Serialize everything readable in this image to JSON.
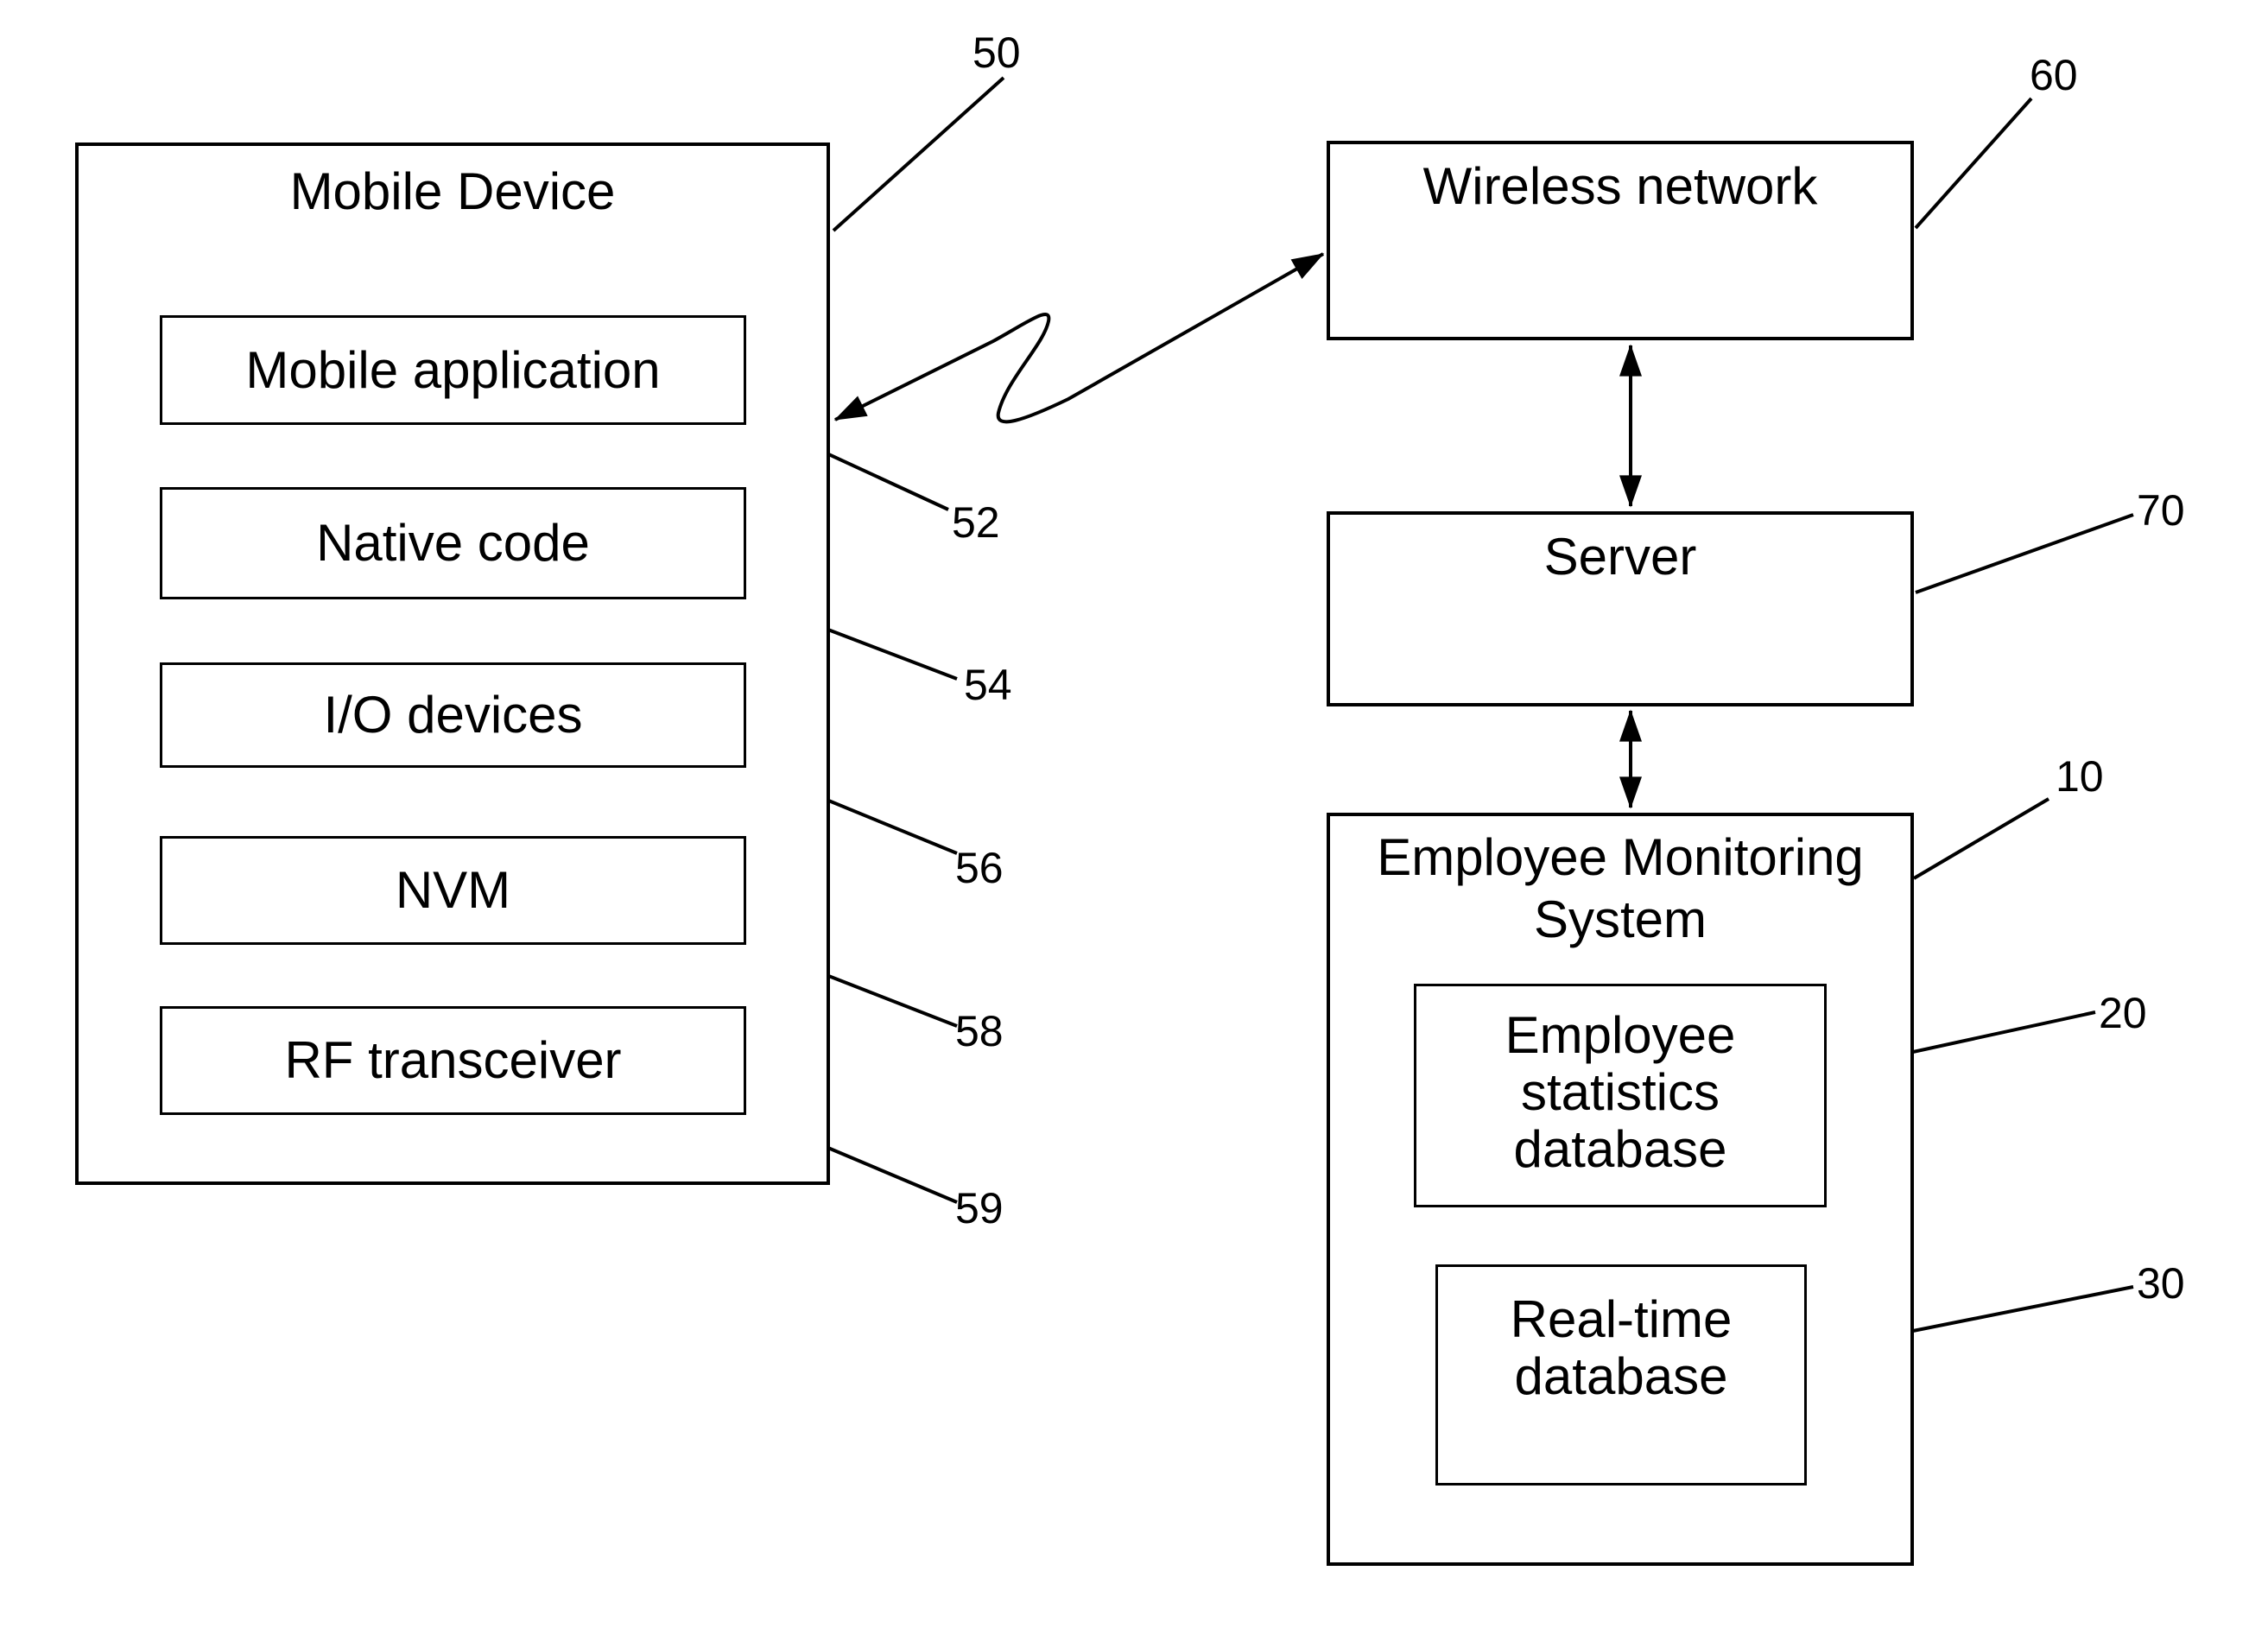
{
  "figure_type": "patent-block-diagram",
  "colors": {
    "ink": "#000000",
    "paper": "#ffffff"
  },
  "nodes": {
    "mobile_device": {
      "label": "Mobile Device",
      "ref": "50"
    },
    "mobile_application": {
      "label": "Mobile application",
      "ref": "52"
    },
    "native_code": {
      "label": "Native code",
      "ref": "54"
    },
    "io_devices": {
      "label": "I/O devices",
      "ref": "56"
    },
    "nvm": {
      "label": "NVM",
      "ref": "58"
    },
    "rf_transceiver": {
      "label": "RF transceiver",
      "ref": "59"
    },
    "wireless_network": {
      "label": "Wireless network",
      "ref": "60"
    },
    "server": {
      "label": "Server",
      "ref": "70"
    },
    "employee_monitoring_system": {
      "label": "Employee Monitoring System",
      "ref": "10"
    },
    "employee_statistics_database": {
      "label": "Employee statistics database",
      "ref": "20"
    },
    "real_time_database": {
      "label": "Real-time database",
      "ref": "30"
    }
  },
  "connections": [
    {
      "from": "mobile_device",
      "to": "wireless_network",
      "style": "wireless-squiggle",
      "arrows": "both"
    },
    {
      "from": "wireless_network",
      "to": "server",
      "style": "straight",
      "arrows": "both"
    },
    {
      "from": "server",
      "to": "employee_monitoring_system",
      "style": "straight",
      "arrows": "both"
    }
  ]
}
